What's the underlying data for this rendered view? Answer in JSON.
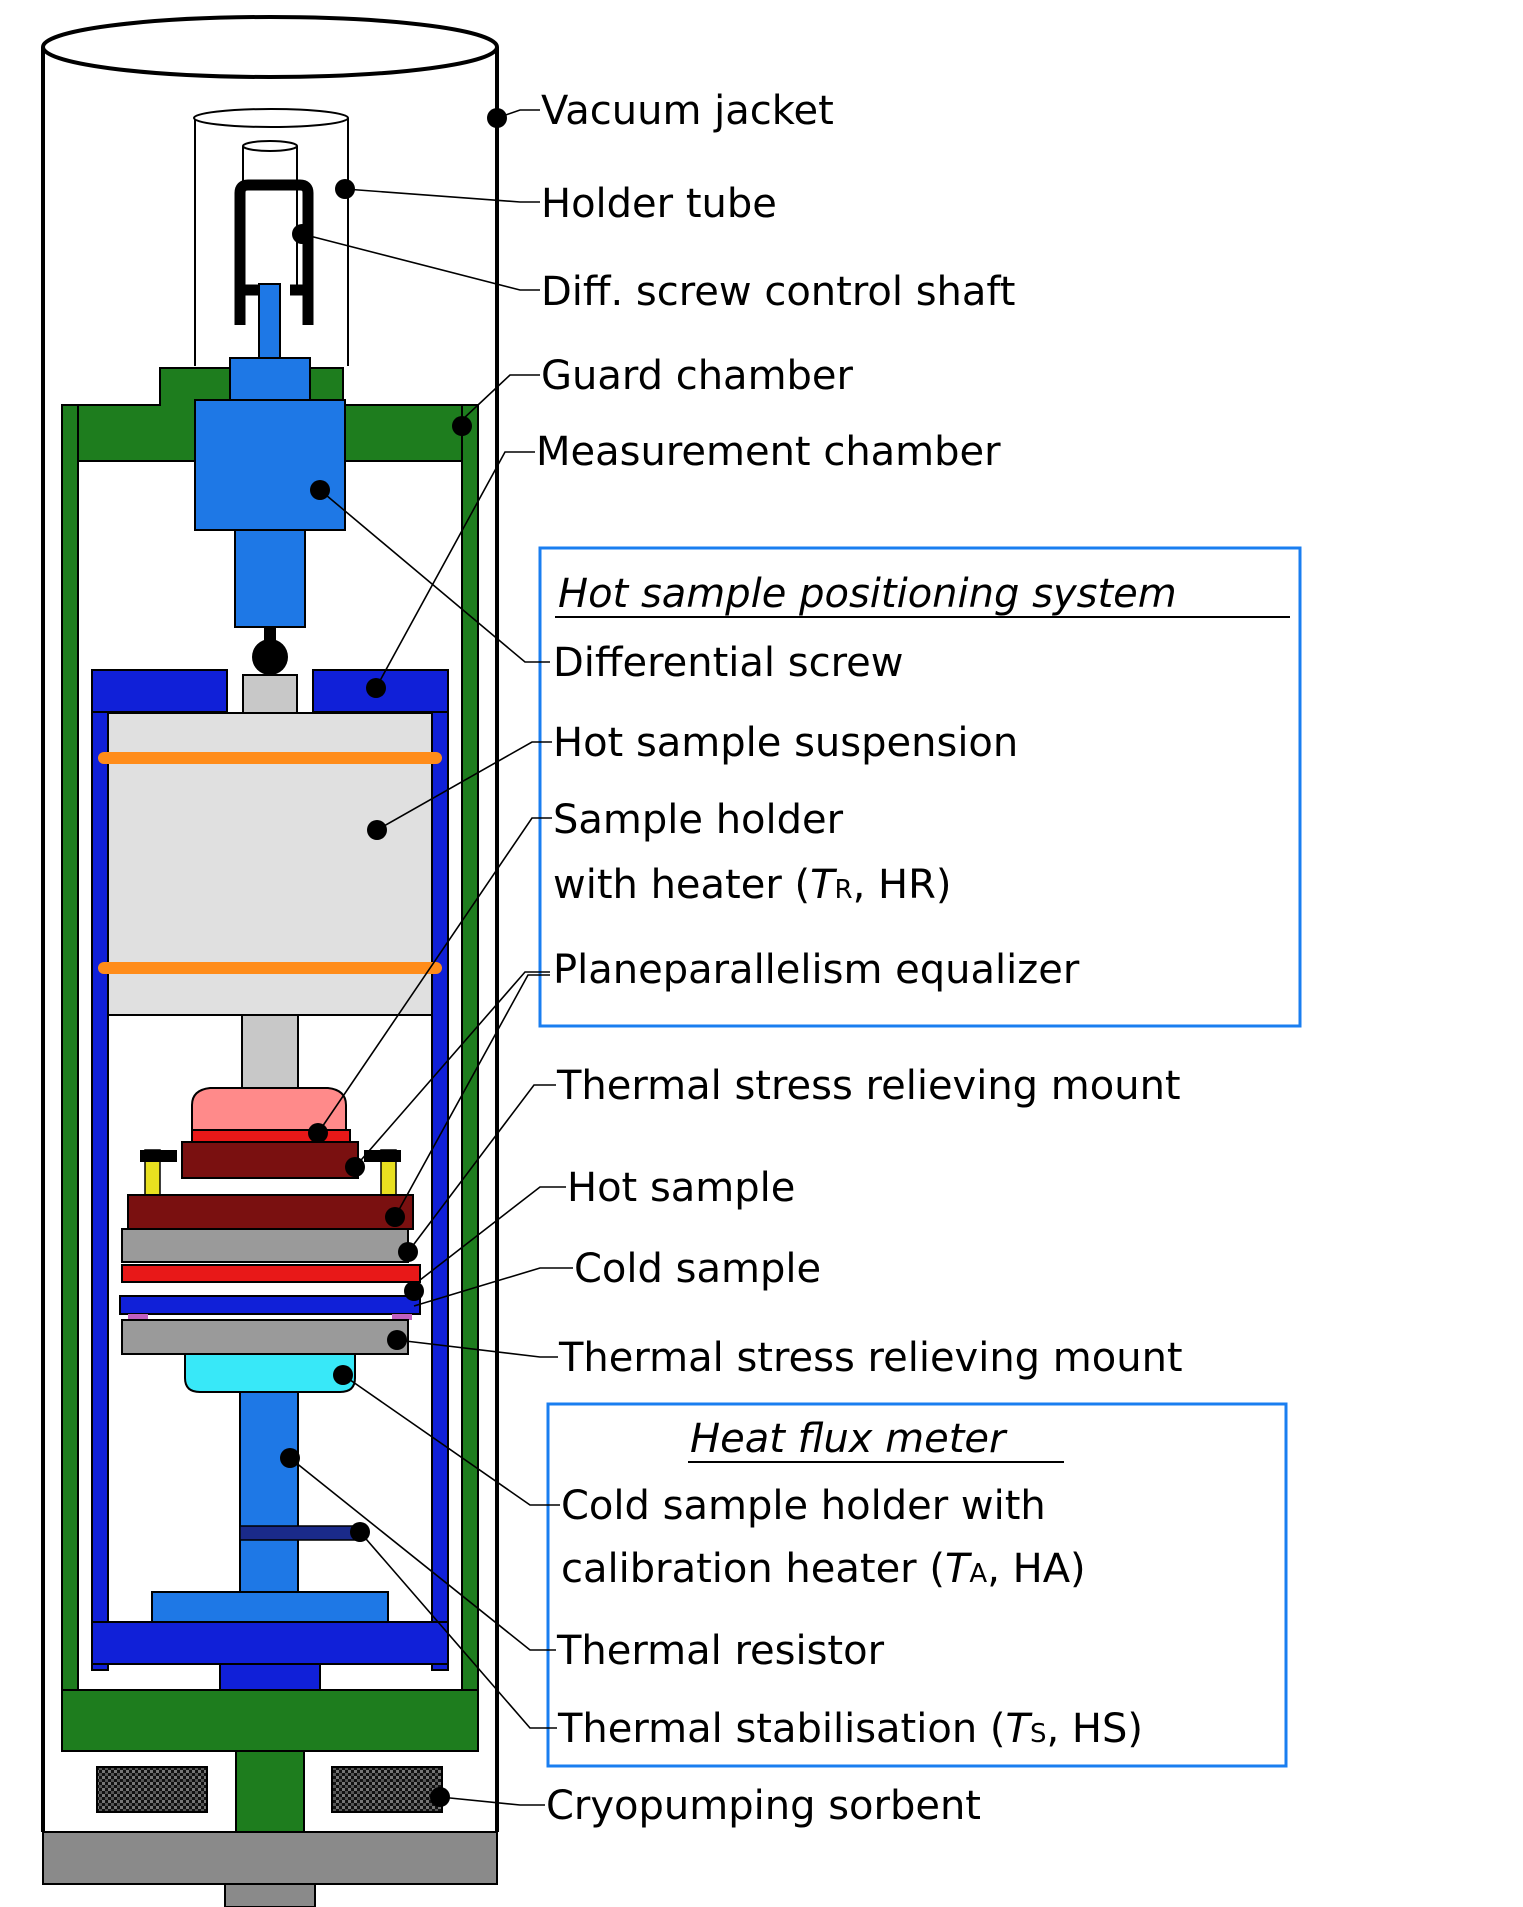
{
  "labels": {
    "vacuum_jacket": "Vacuum jacket",
    "holder_tube": "Holder tube",
    "diff_screw_control_shaft": "Diff. screw control shaft",
    "guard_chamber": "Guard chamber",
    "measurement_chamber": "Measurement chamber",
    "differential_screw": "Differential screw",
    "hot_sample_suspension": "Hot sample suspension",
    "sample_holder_line1": "Sample holder",
    "sample_holder_line2_pre": "with heater (",
    "sample_holder_T": "T",
    "sample_holder_sub": "R",
    "sample_holder_post": ", HR)",
    "planeparallelism_equalizer": "Planeparallelism equalizer",
    "thermal_stress_mount_top": "Thermal stress relieving mount",
    "hot_sample": "Hot sample",
    "cold_sample": "Cold sample",
    "thermal_stress_mount_bottom": "Thermal stress relieving mount",
    "cold_holder_line1": "Cold sample holder with",
    "cold_holder_line2_pre": "calibration heater (",
    "cold_holder_T": "T",
    "cold_holder_sub": "A",
    "cold_holder_post": ", HA)",
    "thermal_resistor": "Thermal resistor",
    "thermal_stab_pre": "Thermal stabilisation (",
    "thermal_stab_T": "T",
    "thermal_stab_sub": "S",
    "thermal_stab_post": ", HS)",
    "cryopumping_sorbent": "Cryopumping sorbent"
  },
  "groups": {
    "hot_sample_positioning_system": "Hot sample positioning system",
    "heat_flux_meter": "Heat flux meter"
  },
  "colors": {
    "guard_green": "#1e7d1e",
    "chamber_blue": "#1e78e6",
    "dark_blue": "#1020d8",
    "suspension_grey": "#e0e0e0",
    "ring_orange": "#ff8c1a",
    "holder_pink": "#ff8a8a",
    "sample_red": "#e81818",
    "mount_maroon": "#7a1010",
    "mount_grey": "#9a9a9a",
    "cold_holder_cyan": "#38e8f8",
    "group_box_blue": "#1a7ef0",
    "base_grey": "#8a8a8a"
  }
}
